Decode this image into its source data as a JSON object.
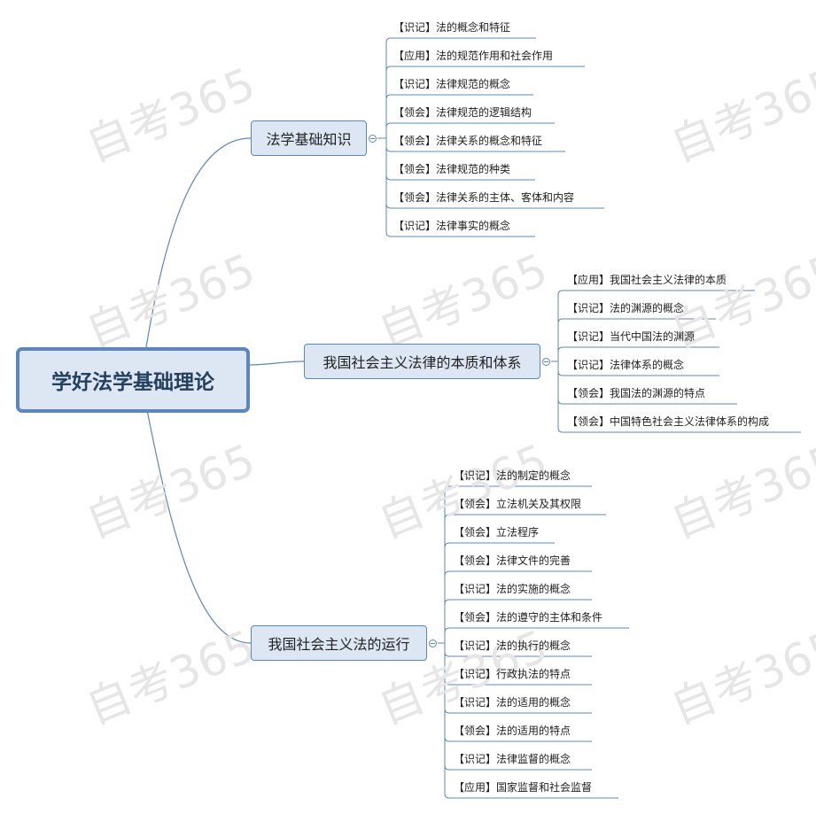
{
  "watermark_text": "自考365",
  "colors": {
    "line": "#5b87be",
    "node_fill": "#dde7f3",
    "root_text": "#24405f",
    "watermark": "#e6e6e6"
  },
  "root": {
    "label": "学好法学基础理论"
  },
  "branches": [
    {
      "label": "法学基础知识",
      "items": [
        "【识记】法的概念和特征",
        "【应用】法的规范作用和社会作用",
        "【识记】法律规范的概念",
        "【领会】法律规范的逻辑结构",
        "【领会】法律关系的概念和特征",
        "【领会】法律规范的种类",
        "【领会】法律关系的主体、客体和内容",
        "【识记】法律事实的概念"
      ]
    },
    {
      "label": "我国社会主义法律的本质和体系",
      "items": [
        "【应用】我国社会主义法律的本质",
        "【识记】法的渊源的概念",
        "【识记】当代中国法的渊源",
        "【识记】法律体系的概念",
        "【领会】我国法的渊源的特点",
        "【领会】中国特色社会主义法律体系的构成"
      ]
    },
    {
      "label": "我国社会主义法的运行",
      "items": [
        "【识记】法的制定的概念",
        "【领会】立法机关及其权限",
        "【领会】立法程序",
        "【领会】法律文件的完善",
        "【识记】法的实施的概念",
        "【领会】法的遵守的主体和条件",
        "【识记】法的执行的概念",
        "【识记】行政执法的特点",
        "【识记】法的适用的概念",
        "【领会】法的适用的特点",
        "【识记】法律监督的概念",
        "【应用】国家监督和社会监督"
      ]
    }
  ]
}
